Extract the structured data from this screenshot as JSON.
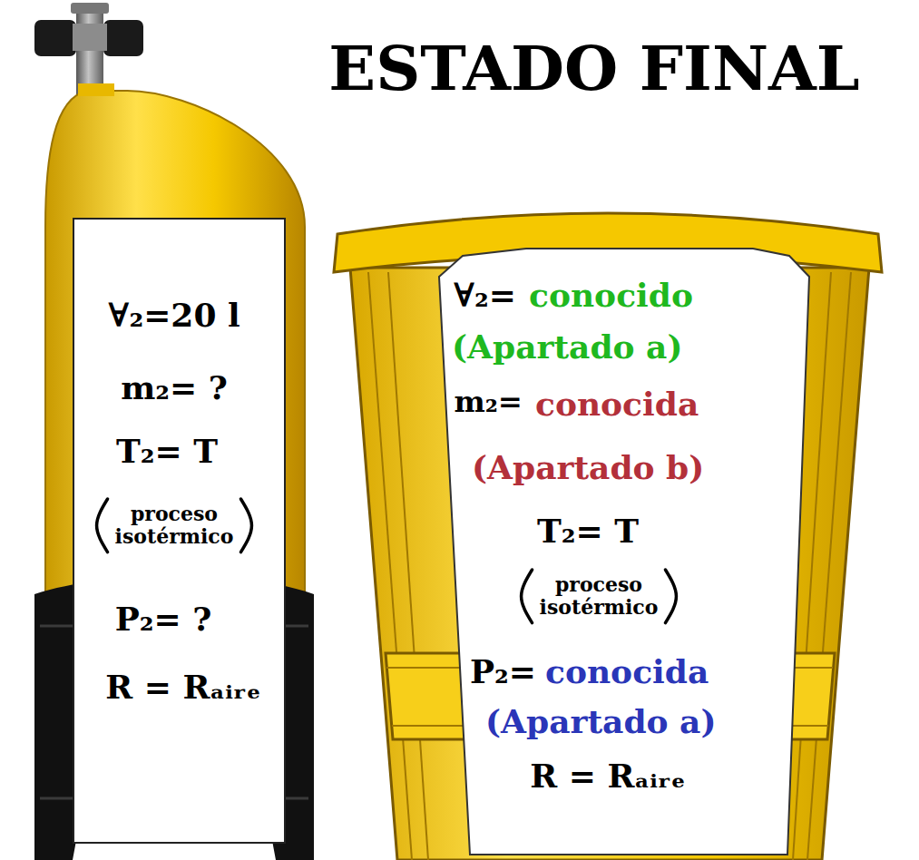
{
  "diagram": {
    "title": "ESTADO FINAL",
    "nodes": [
      {
        "text": [
          "∀₂=20 l",
          "m₂= ?",
          "T₂= T",
          "proceso isotérmico",
          "P₂= ?",
          "R = Rₐᵢᵣₑ"
        ]
      },
      {
        "text": [
          "∀₂=",
          "conocido",
          "(Apartado a)",
          "m₂=",
          "conocida",
          "(Apartado b)",
          "T₂= T",
          "proceso isotérmico",
          "P₂=",
          "conocida",
          "(Apartado a)",
          "R = Rₐᵢᵣₑ"
        ]
      }
    ]
  }
}
